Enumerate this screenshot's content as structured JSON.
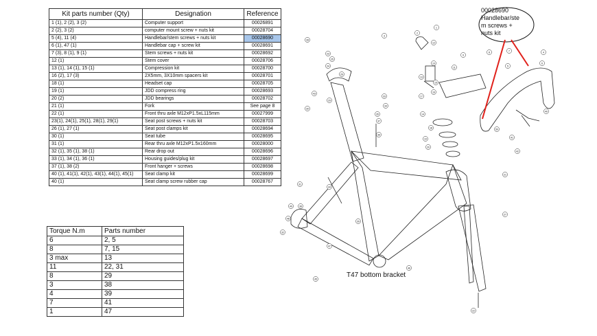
{
  "kit_table": {
    "headers": [
      "Kit parts number (Qty)",
      "Designation",
      "Reference"
    ],
    "rows": [
      [
        "1 (1), 2 (2), 3 (2)",
        "Computer support",
        "00026891"
      ],
      [
        "2 (2), 3 (2)",
        "computer mount screw + nuts kit",
        "00028704"
      ],
      [
        "5 (4), 11 (4)",
        "Handlebar/stem screws + nuts kit",
        "00028690"
      ],
      [
        "6 (1), 47 (1)",
        "Handlebar cap + screw kit",
        "00028691"
      ],
      [
        "7 (3), 8 (1), 9 (1)",
        "Stem screws + nuts kit",
        "00028692"
      ],
      [
        "12 (1)",
        "Stem cover",
        "00028706"
      ],
      [
        "13 (1), 14 (1), 15 (1)",
        "Compression kit",
        "00028700"
      ],
      [
        "16 (2), 17 (3)",
        "2X5mm, 3X10mm spacers kit",
        "00028701"
      ],
      [
        "18 (1)",
        "Headset cap",
        "00028705"
      ],
      [
        "19 (1)",
        "JDD compress ring",
        "00028693"
      ],
      [
        "20 (2)",
        "JDD bearings",
        "00028702"
      ],
      [
        "21 (1)",
        "Fork",
        "See page 8"
      ],
      [
        "22 (1)",
        "Front thru axle M12xP1.5xL115mm",
        "00027999"
      ],
      [
        "23(1), 24(1), 25(1), 28(1), 29(1)",
        "Seat post screws + nuts kit",
        "00028703"
      ],
      [
        "26 (1), 27 (1)",
        "Seat post clamps kit",
        "00028694"
      ],
      [
        "30 (1)",
        "Seat tube",
        "00028695"
      ],
      [
        "31 (1)",
        "Rear thru axle M12xP1.5x160mm",
        "00028000"
      ],
      [
        "32 (1), 35 (1), 38 (1)",
        "Rear drop out",
        "00028696"
      ],
      [
        "33 (1), 34 (1), 36 (1)",
        "Housing guides/plug kit",
        "00028697"
      ],
      [
        "37 (1), 38 (2)",
        "Front hanger + screws",
        "00028698"
      ],
      [
        "40 (1), 41(1), 42(1), 43(1), 44(1), 45(1)",
        "Seat clamp kit",
        "00028699"
      ],
      [
        "40 (1)",
        "Seat clamp screw rubber cap",
        "00028767"
      ]
    ]
  },
  "torque_table": {
    "headers": [
      "Torque N.m",
      "Parts number"
    ],
    "rows": [
      [
        "6",
        "2, 5"
      ],
      [
        "8",
        "7, 15"
      ],
      [
        "3 max",
        "13"
      ],
      [
        "11",
        "22, 31"
      ],
      [
        "8",
        "29"
      ],
      [
        "3",
        "38"
      ],
      [
        "4",
        "39"
      ],
      [
        "7",
        "41"
      ],
      [
        "1",
        "47"
      ]
    ]
  },
  "callout": {
    "lines": [
      "00028690",
      "Handlebar/ste",
      "m screws +",
      "nuts kit"
    ]
  },
  "diagram": {
    "bottom_bracket_label": "T47 bottom bracket",
    "callout_numbers": [
      "1",
      "2",
      "3",
      "4",
      "5",
      "6",
      "7",
      "8",
      "9",
      "10",
      "11",
      "12",
      "13",
      "14",
      "15",
      "16",
      "17",
      "18",
      "19",
      "20",
      "21",
      "22",
      "23",
      "24",
      "25",
      "26",
      "27",
      "28",
      "29",
      "30",
      "31",
      "32",
      "33",
      "34",
      "35",
      "36",
      "37",
      "38",
      "39",
      "40",
      "41",
      "42",
      "43",
      "44",
      "45",
      "46",
      "47",
      "48",
      "49",
      "50"
    ],
    "highlight_color": "#a8c6ea",
    "arrow_color": "#e0201a"
  }
}
